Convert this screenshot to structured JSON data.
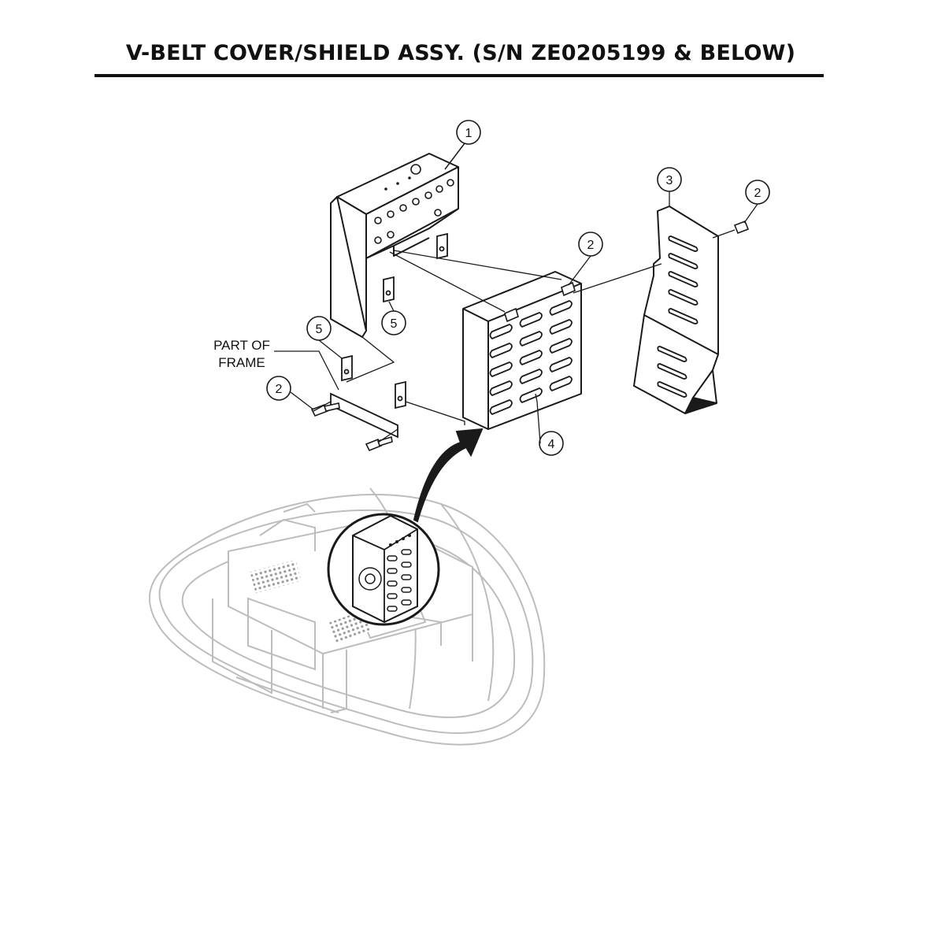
{
  "title": "V-BELT COVER/SHIELD ASSY. (S/N ZE0205199 & BELOW)",
  "frame_label": [
    "PART OF",
    "FRAME"
  ],
  "callouts": [
    {
      "id": "c1",
      "number": "1"
    },
    {
      "id": "c2a",
      "number": "2"
    },
    {
      "id": "c2b",
      "number": "2"
    },
    {
      "id": "c2c",
      "number": "2"
    },
    {
      "id": "c3",
      "number": "3"
    },
    {
      "id": "c4",
      "number": "4"
    },
    {
      "id": "c5a",
      "number": "5"
    },
    {
      "id": "c5b",
      "number": "5"
    }
  ],
  "colors": {
    "ink": "#1a1a1a",
    "ghost": "#b8b8b8"
  }
}
